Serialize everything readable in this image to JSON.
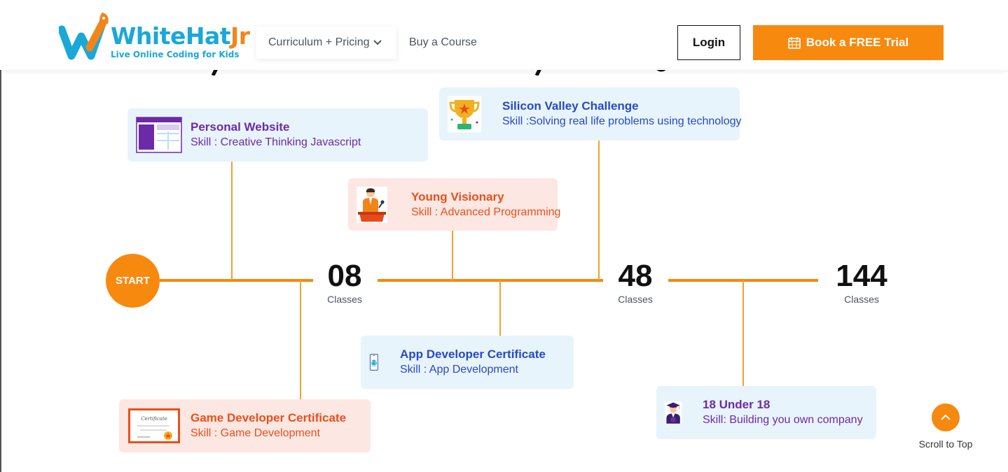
{
  "header": {
    "logo_main": "WhiteHat",
    "logo_jr": "Jr",
    "logo_tagline": "Live Online Coding for Kids",
    "nav_curriculum": "Curriculum + Pricing",
    "nav_buy": "Buy a Course",
    "login": "Login",
    "trial": "Book a FREE Trial"
  },
  "timeline": {
    "start": "START",
    "milestones": [
      {
        "num": "08",
        "label": "Classes"
      },
      {
        "num": "48",
        "label": "Classes"
      },
      {
        "num": "144",
        "label": "Classes"
      }
    ]
  },
  "cards": [
    {
      "title": "Personal Website",
      "skill": "Skill : Creative Thinking Javascript"
    },
    {
      "title": "Silicon Valley Challenge",
      "skill": "Skill :Solving real life problems using technology"
    },
    {
      "title": "Young Visionary",
      "skill": "Skill : Advanced Programming"
    },
    {
      "title": "App Developer Certificate",
      "skill": "Skill : App Development"
    },
    {
      "title": "Game Developer Certificate",
      "skill": "Skill : Game Development"
    },
    {
      "title": "18 Under 18",
      "skill": "Skill: Building you own company"
    }
  ],
  "certificate_text": "Certificate",
  "scroll_to_top": "Scroll to Top",
  "colors": {
    "accent": "#f7890f",
    "logo_blue": "#1aa8d8",
    "purple": "#6d2aa8",
    "blue": "#2748c8",
    "orange": "#e8501c"
  }
}
